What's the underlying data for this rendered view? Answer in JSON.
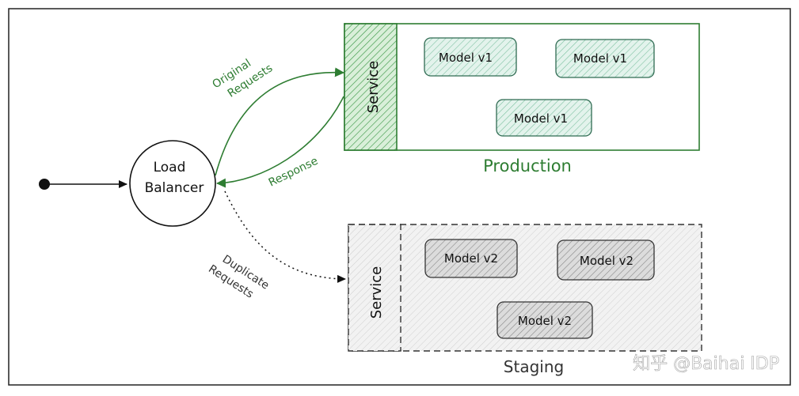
{
  "load_balancer": {
    "line1": "Load",
    "line2": "Balancer"
  },
  "production": {
    "title": "Production",
    "service_label": "Service",
    "models": [
      "Model v1",
      "Model v1",
      "Model v1"
    ]
  },
  "staging": {
    "title": "Staging",
    "service_label": "Service",
    "models": [
      "Model v2",
      "Model v2",
      "Model v2"
    ]
  },
  "edges": {
    "original_line1": "Original",
    "original_line2": "Requests",
    "response": "Response",
    "duplicate_line1": "Duplicate",
    "duplicate_line2": "Requests"
  },
  "watermark": "知乎 @Baihai IDP",
  "colors": {
    "production_stroke": "#2e7d32",
    "production_fill": "#d7eee4",
    "staging_stroke": "#333333",
    "staging_fill": "#e6e6e6",
    "ink": "#1a1a1a"
  }
}
